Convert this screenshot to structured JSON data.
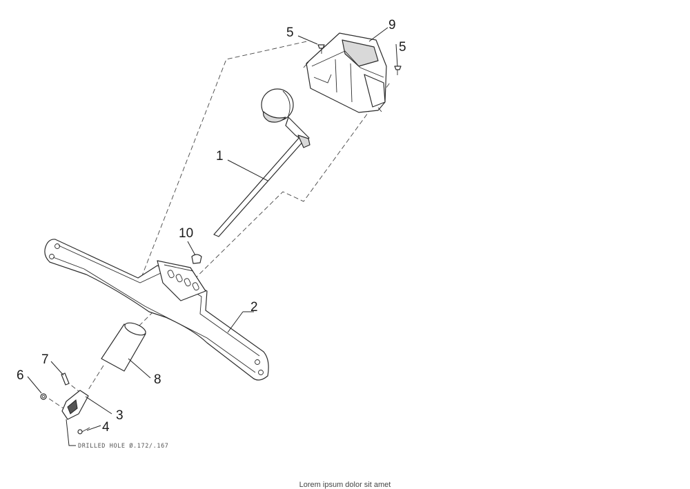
{
  "callouts": {
    "c1": "1",
    "c2": "2",
    "c3": "3",
    "c4": "4",
    "c5a": "5",
    "c5b": "5",
    "c6": "6",
    "c7": "7",
    "c8": "8",
    "c9": "9",
    "c10": "10"
  },
  "note": "DRILLED HOLE Ø.172/.167",
  "footer": "Lorem ipsum dolor sit amet"
}
